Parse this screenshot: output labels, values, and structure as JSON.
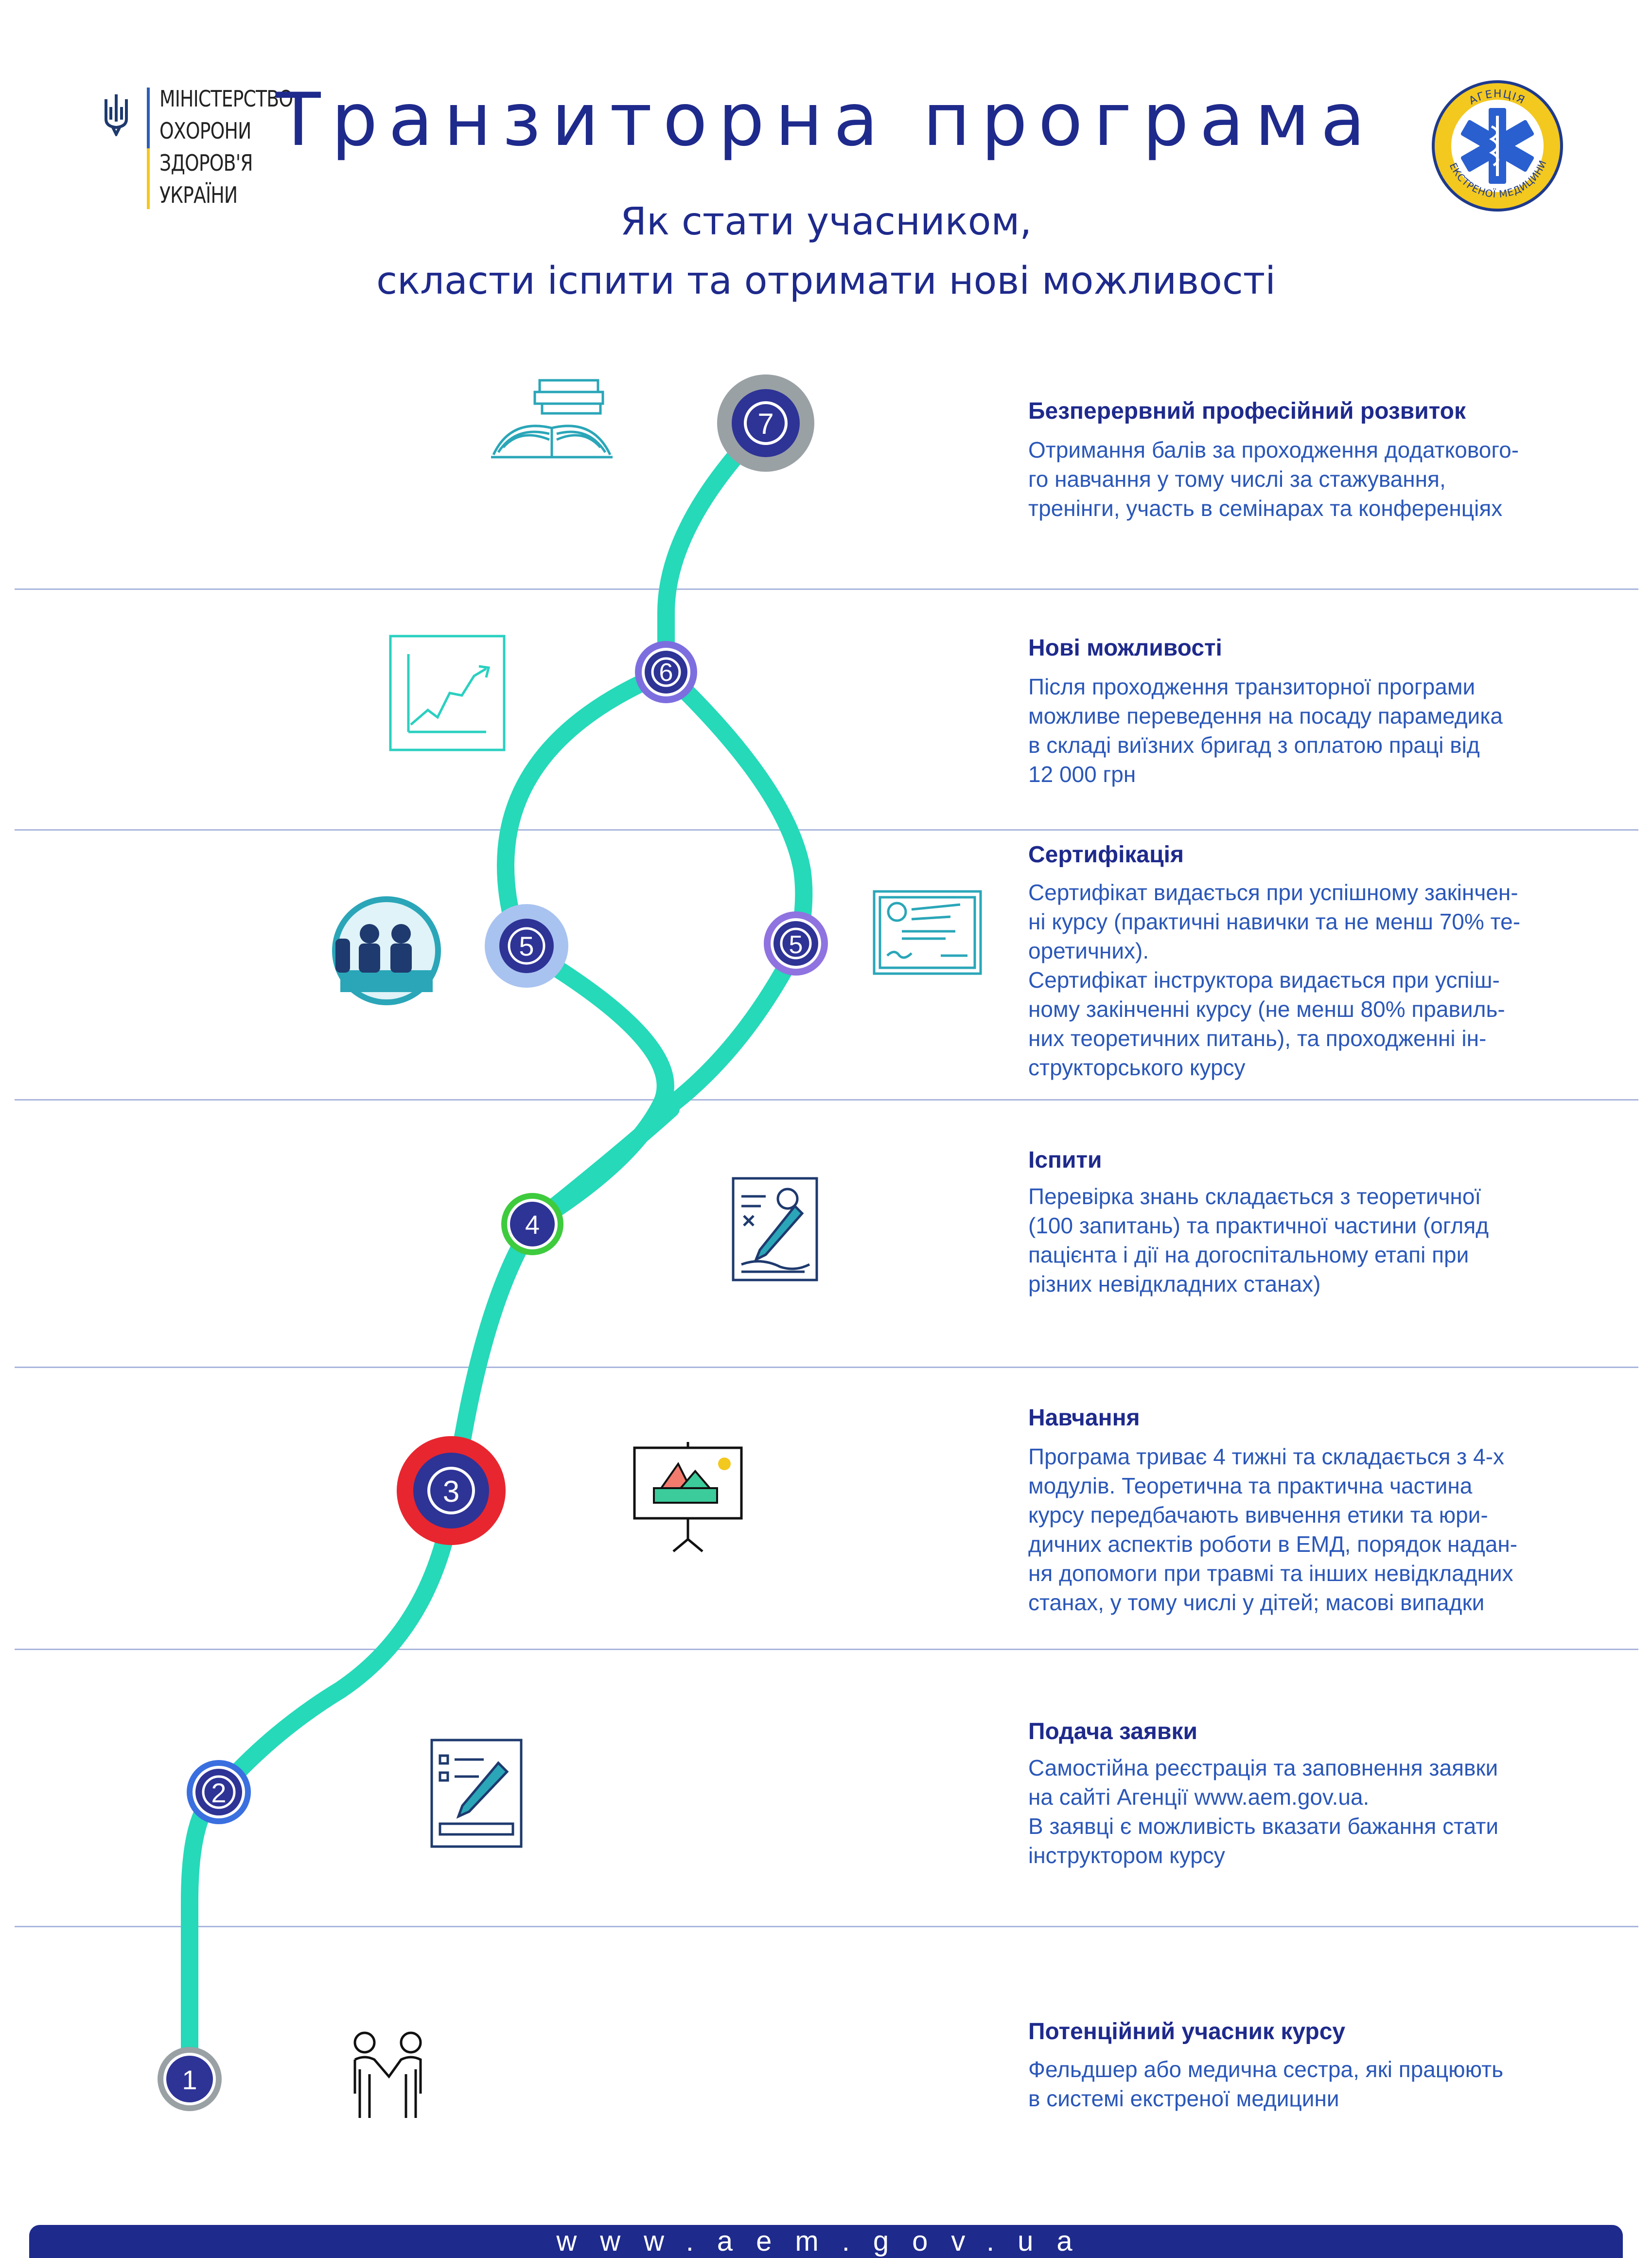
{
  "header": {
    "ministry_lines": [
      "МІНІСТЕРСТВО",
      "ОХОРОНИ",
      "ЗДОРОВ'Я",
      "УКРАЇНИ"
    ],
    "title": "Транзиторна програма",
    "subtitle_line1": "Як стати учасником,",
    "subtitle_line2": "скласти іспити та отримати нові можливості",
    "agency_label": "АГЕНЦІЯ ЕКСТРЕНОЇ МЕДИЦИНИ"
  },
  "steps": [
    {
      "num": "7",
      "title": "Безперервний професійний розвиток",
      "desc": "Отримання балів за проходження додаткового-\nго навчання у тому числі за стажування,\nтренінги, участь в семінарах та конференціях"
    },
    {
      "num": "6",
      "title": "Нові можливості",
      "desc": "Після проходження транзиторної програми\nможливе переведення на посаду парамедика\nв складі виїзних бригад з оплатою праці від\n12 000 грн"
    },
    {
      "num": "5",
      "title": "Сертифікація",
      "desc": "Сертифікат видається при успішному  закінчен-\nні курсу (практичні навички та не менш 70% те-\nоретичних).\nСертифікат інструктора видається при успіш-\nному закінченні курсу (не менш 80% правиль-\nних теоретичних питань), та проходженні ін-\nструкторського курсу"
    },
    {
      "num": "4",
      "title": "Іспити",
      "desc": "Перевірка знань складається з теоретичної\n(100 запитань) та практичної частини (огляд\nпацієнта і дії на догоспітальному етапі при\nрізних невідкладних станах)"
    },
    {
      "num": "3",
      "title": "Навчання",
      "desc": "Програма триває 4 тижні та складається з 4-х\nмодулів. Теоретична та практична частина\nкурсу передбачають вивчення етики та юри-\nдичних аспектів роботи в ЕМД, порядок надан-\nня допомоги при травмі та інших невідкладних\nстанах, у тому числі у дітей; масові випадки"
    },
    {
      "num": "2",
      "title": "Подача заявки",
      "desc": "Самостійна реєстрація та заповнення заявки\nна сайті Агенції www.aem.gov.ua.\nВ заявці є можливість вказати бажання стати\nінструктором курсу"
    },
    {
      "num": "1",
      "title": "Потенційний учасник курсу",
      "desc": "Фельдшер  або медична сестра, які працюють\nв системі екстреної медицини"
    }
  ],
  "nodes": {
    "n1": "1",
    "n2": "2",
    "n3": "3",
    "n4": "4",
    "n5a": "5",
    "n5b": "5",
    "n6": "6",
    "n7": "7"
  },
  "colors": {
    "path": "#25d9b9",
    "navy": "#1e2a8c",
    "text_blue": "#2a57b8",
    "ring7": "#9aa1a5",
    "ring6": "#7d6ee0",
    "ring5a": "#a9c3f0",
    "ring5b": "#8f73e0",
    "ring4": "#3ecb3e",
    "ring3": "#e8262f",
    "ring2": "#3a6fe0",
    "ring1": "#9aa1a5",
    "icon_teal": "#2aa6b8",
    "icon_navy": "#1e3a6e"
  },
  "icons": [
    "books-icon",
    "growth-chart-icon",
    "meeting-icon",
    "certificate-icon",
    "exam-form-icon",
    "presentation-board-icon",
    "application-form-icon",
    "people-handshake-icon"
  ],
  "footer": {
    "url": "www.aem.gov.ua"
  }
}
